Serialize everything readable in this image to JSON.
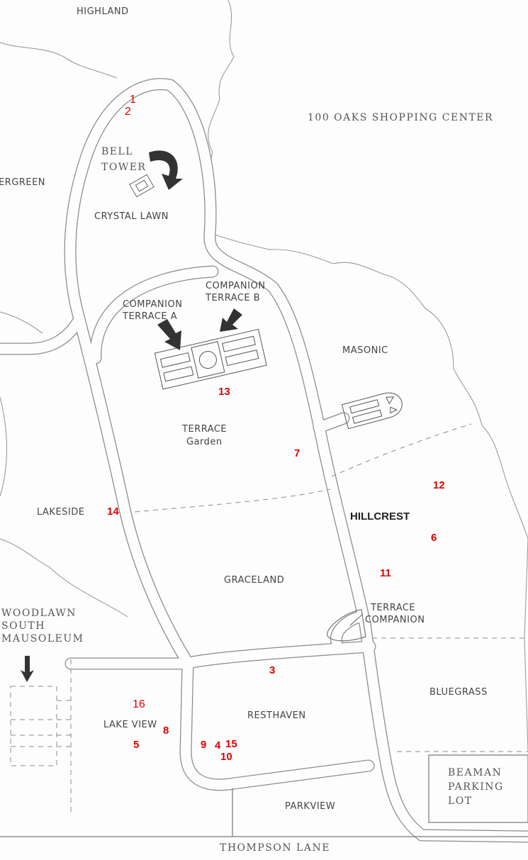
{
  "map": {
    "areas": {
      "highland": "HIGHLAND",
      "evergreen": "ERGREEN",
      "shopping_center": "100 OAKS SHOPPING CENTER",
      "bell_tower_1": "BELL",
      "bell_tower_2": "TOWER",
      "crystal_lawn": "CRYSTAL LAWN",
      "companion_a_1": "COMPANION",
      "companion_a_2": "TERRACE  A",
      "companion_b_1": "COMPANION",
      "companion_b_2": "TERRACE  B",
      "masonic": "MASONIC",
      "terrace_garden_1": "TERRACE",
      "terrace_garden_2": "Garden",
      "lakeside": "LAKESIDE",
      "hillcrest": "HILLCREST",
      "graceland": "GRACELAND",
      "terrace_companion_1": "TERRACE",
      "terrace_companion_2": "COMPANION",
      "woodlawn_1": "WOODLAWN",
      "woodlawn_2": "SOUTH",
      "woodlawn_3": "MAUSOLEUM",
      "bluegrass": "BLUEGRASS",
      "resthaven": "RESTHAVEN",
      "lake_view": "LAKE VIEW",
      "beaman_1": "BEAMAN",
      "beaman_2": "PARKING",
      "beaman_3": "LOT",
      "parkview": "PARKVIEW",
      "thompson_lane": "THOMPSON LANE"
    },
    "markers": [
      "1",
      "2",
      "3",
      "4",
      "5",
      "6",
      "7",
      "8",
      "9",
      "10",
      "11",
      "12",
      "13",
      "14",
      "15",
      "16"
    ],
    "colors": {
      "marker": "#e00000",
      "lines": "#8a8a8a"
    }
  }
}
